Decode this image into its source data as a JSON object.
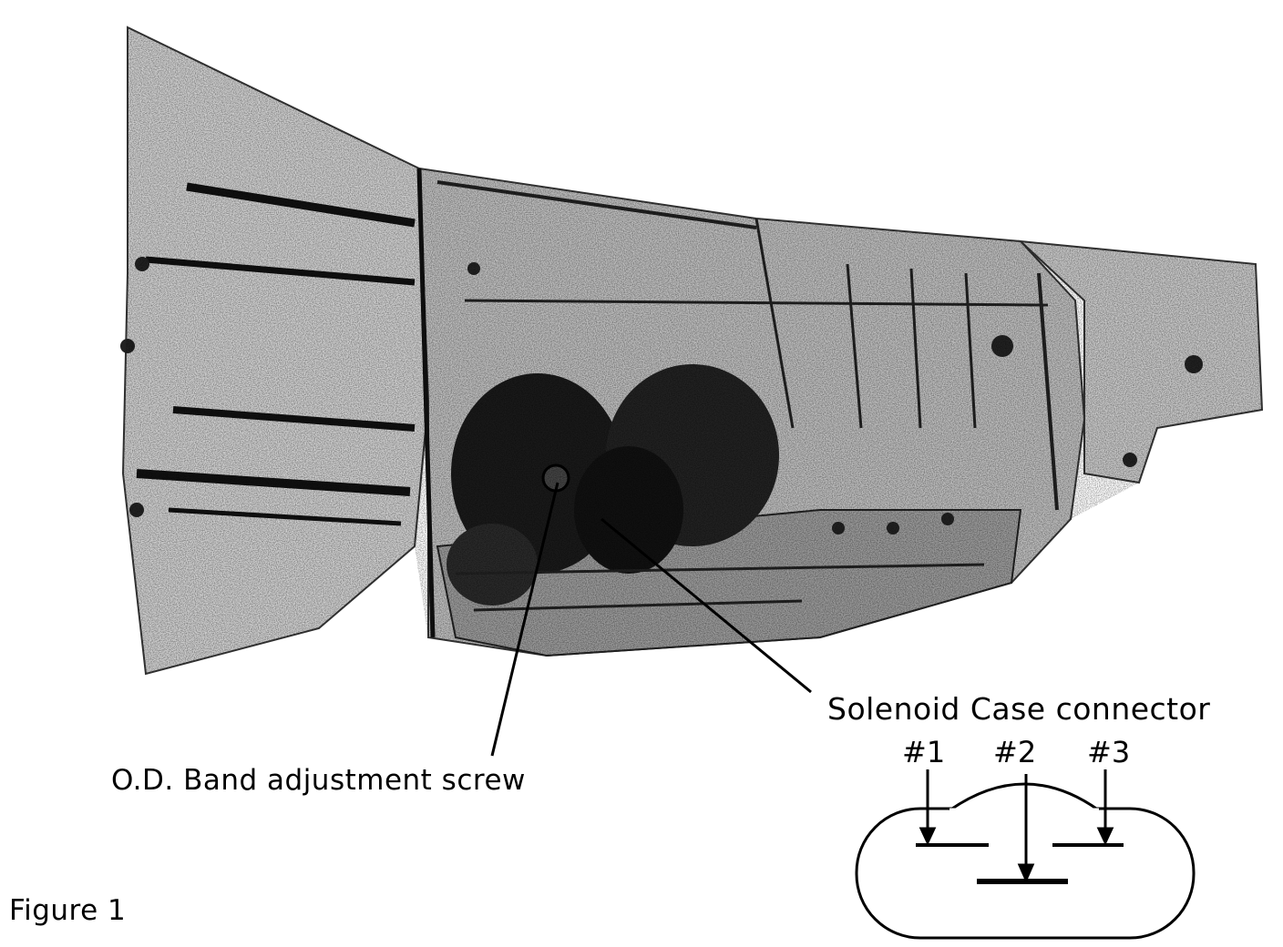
{
  "figure": {
    "caption": "Figure 1",
    "callouts": {
      "od_band": "O.D. Band adjustment screw",
      "solenoid_connector": "Solenoid Case connector"
    },
    "connector_pins": [
      "#1",
      "#2",
      "#3"
    ]
  },
  "colors": {
    "ink": "#000000",
    "paper": "#ffffff",
    "casting_light": "#d6d6d6",
    "casting_mid": "#8c8c8c",
    "casting_dark": "#1a1a1a"
  }
}
